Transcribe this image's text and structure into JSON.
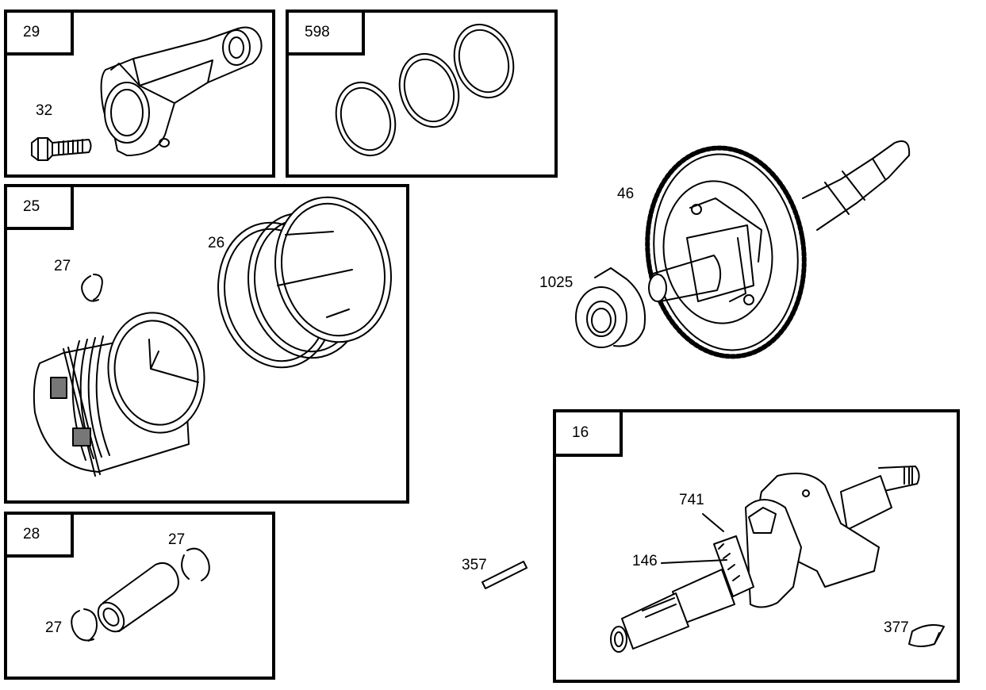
{
  "panels": {
    "p29": {
      "label": "29"
    },
    "p598": {
      "label": "598"
    },
    "p25": {
      "label": "25"
    },
    "p28": {
      "label": "28"
    },
    "p16": {
      "label": "16"
    }
  },
  "callouts": {
    "c32": "32",
    "c27a": "27",
    "c26": "26",
    "c27b": "27",
    "c27c": "27",
    "c46": "46",
    "c1025": "1025",
    "c357": "357",
    "c741": "741",
    "c146": "146",
    "c377": "377"
  }
}
